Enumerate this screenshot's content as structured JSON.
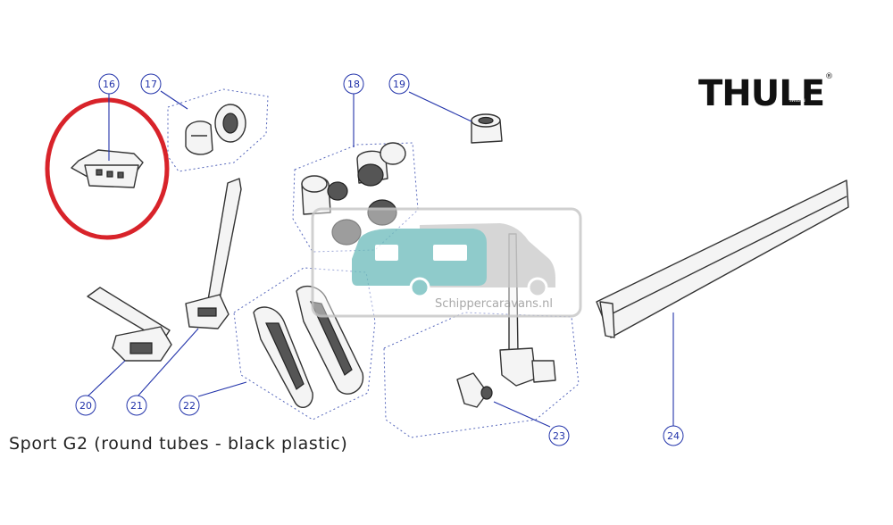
{
  "logo": {
    "text": "THULE",
    "registered": "®",
    "subtext": "SWEDEN"
  },
  "caption": "Sport G2 (round tubes - black plastic)",
  "watermark": {
    "text": "Schippercaravans.nl"
  },
  "callouts": [
    {
      "id": "16",
      "label": "16"
    },
    {
      "id": "17",
      "label": "17"
    },
    {
      "id": "18",
      "label": "18"
    },
    {
      "id": "19",
      "label": "19"
    },
    {
      "id": "20",
      "label": "20"
    },
    {
      "id": "21",
      "label": "21"
    },
    {
      "id": "22",
      "label": "22"
    },
    {
      "id": "23",
      "label": "23"
    },
    {
      "id": "24",
      "label": "24"
    }
  ],
  "colors": {
    "callout": "#2233aa",
    "highlight": "#d8232a",
    "watermark": "#7cc3c2",
    "logo": "#111111"
  }
}
